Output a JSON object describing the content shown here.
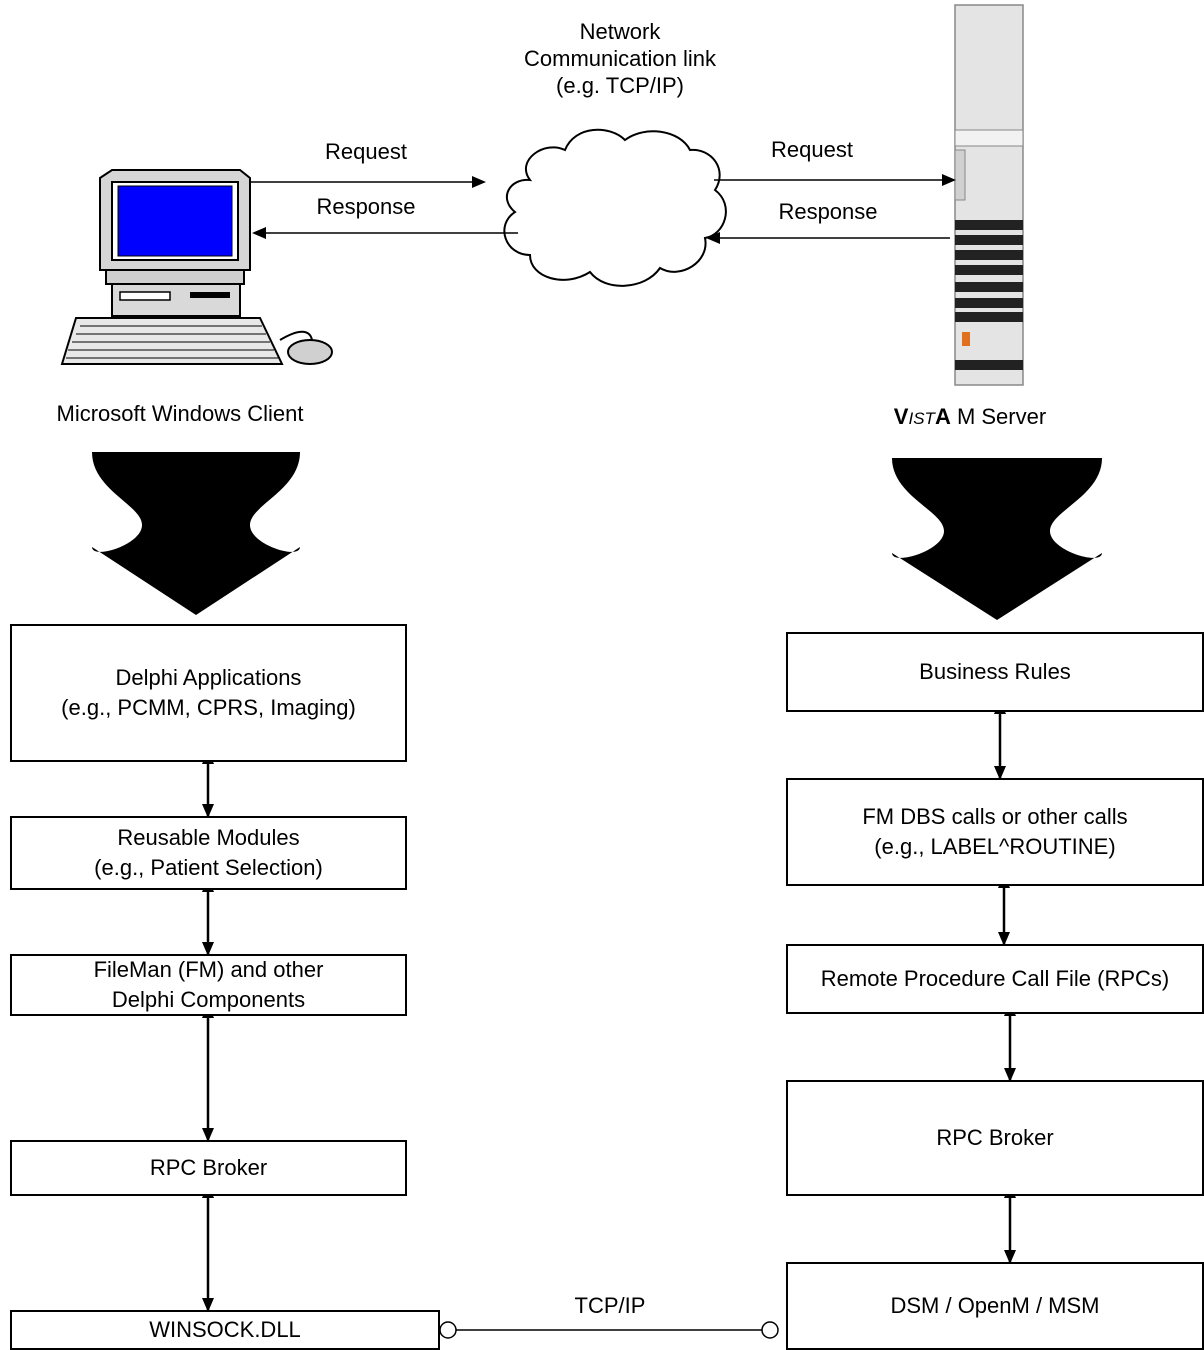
{
  "network": {
    "cloud_label": "Network\nCommunication link\n(e.g. TCP/IP)",
    "request_left": "Request",
    "response_left": "Response",
    "request_right": "Request",
    "response_right": "Response"
  },
  "client": {
    "title": "Microsoft Windows Client",
    "icon": "desktop-computer-icon",
    "layers": [
      "Delphi Applications\n(e.g., PCMM, CPRS, Imaging)",
      "Reusable Modules\n(e.g., Patient Selection)",
      "FileMan (FM) and other\nDelphi Components",
      "RPC Broker",
      "WINSOCK.DLL"
    ]
  },
  "server": {
    "title_v": "V",
    "title_ist": "IST",
    "title_a": "A",
    "title_rest": " M Server",
    "icon": "server-tower-icon",
    "layers": [
      "Business Rules",
      "FM DBS calls or other calls\n(e.g., LABEL^ROUTINE)",
      "Remote Procedure Call File (RPCs)",
      "RPC Broker",
      "DSM / OpenM / MSM"
    ]
  },
  "link": {
    "label": "TCP/IP"
  }
}
